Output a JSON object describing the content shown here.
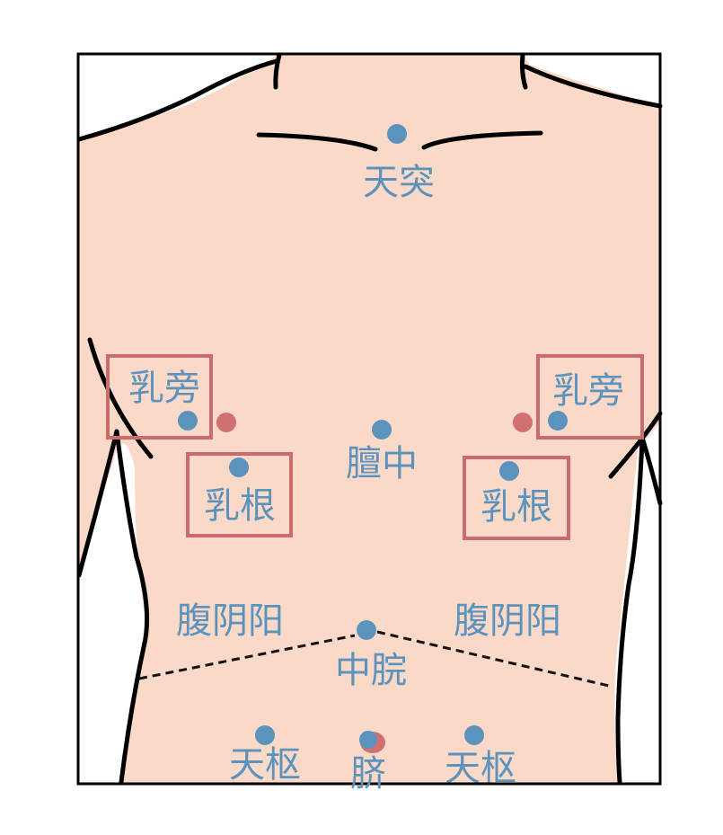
{
  "title": "Acupoint chart",
  "colors": {
    "skin": "#fbd9c8",
    "point_blue": "#5b93bd",
    "point_red": "#d07070",
    "highlight_box": "#cc6b6b",
    "outline": "#000000"
  },
  "points": {
    "tiantu": "天突",
    "rupang_left": "乳旁",
    "rupang_right": "乳旁",
    "rugen_left": "乳根",
    "rugen_right": "乳根",
    "danzhong": "膻中",
    "fuyinyang_left": "腹阴阳",
    "fuyinyang_right": "腹阴阳",
    "zhongwan": "中脘",
    "tianshu_left": "天枢",
    "tianshu_right": "天枢",
    "qi": "脐"
  }
}
